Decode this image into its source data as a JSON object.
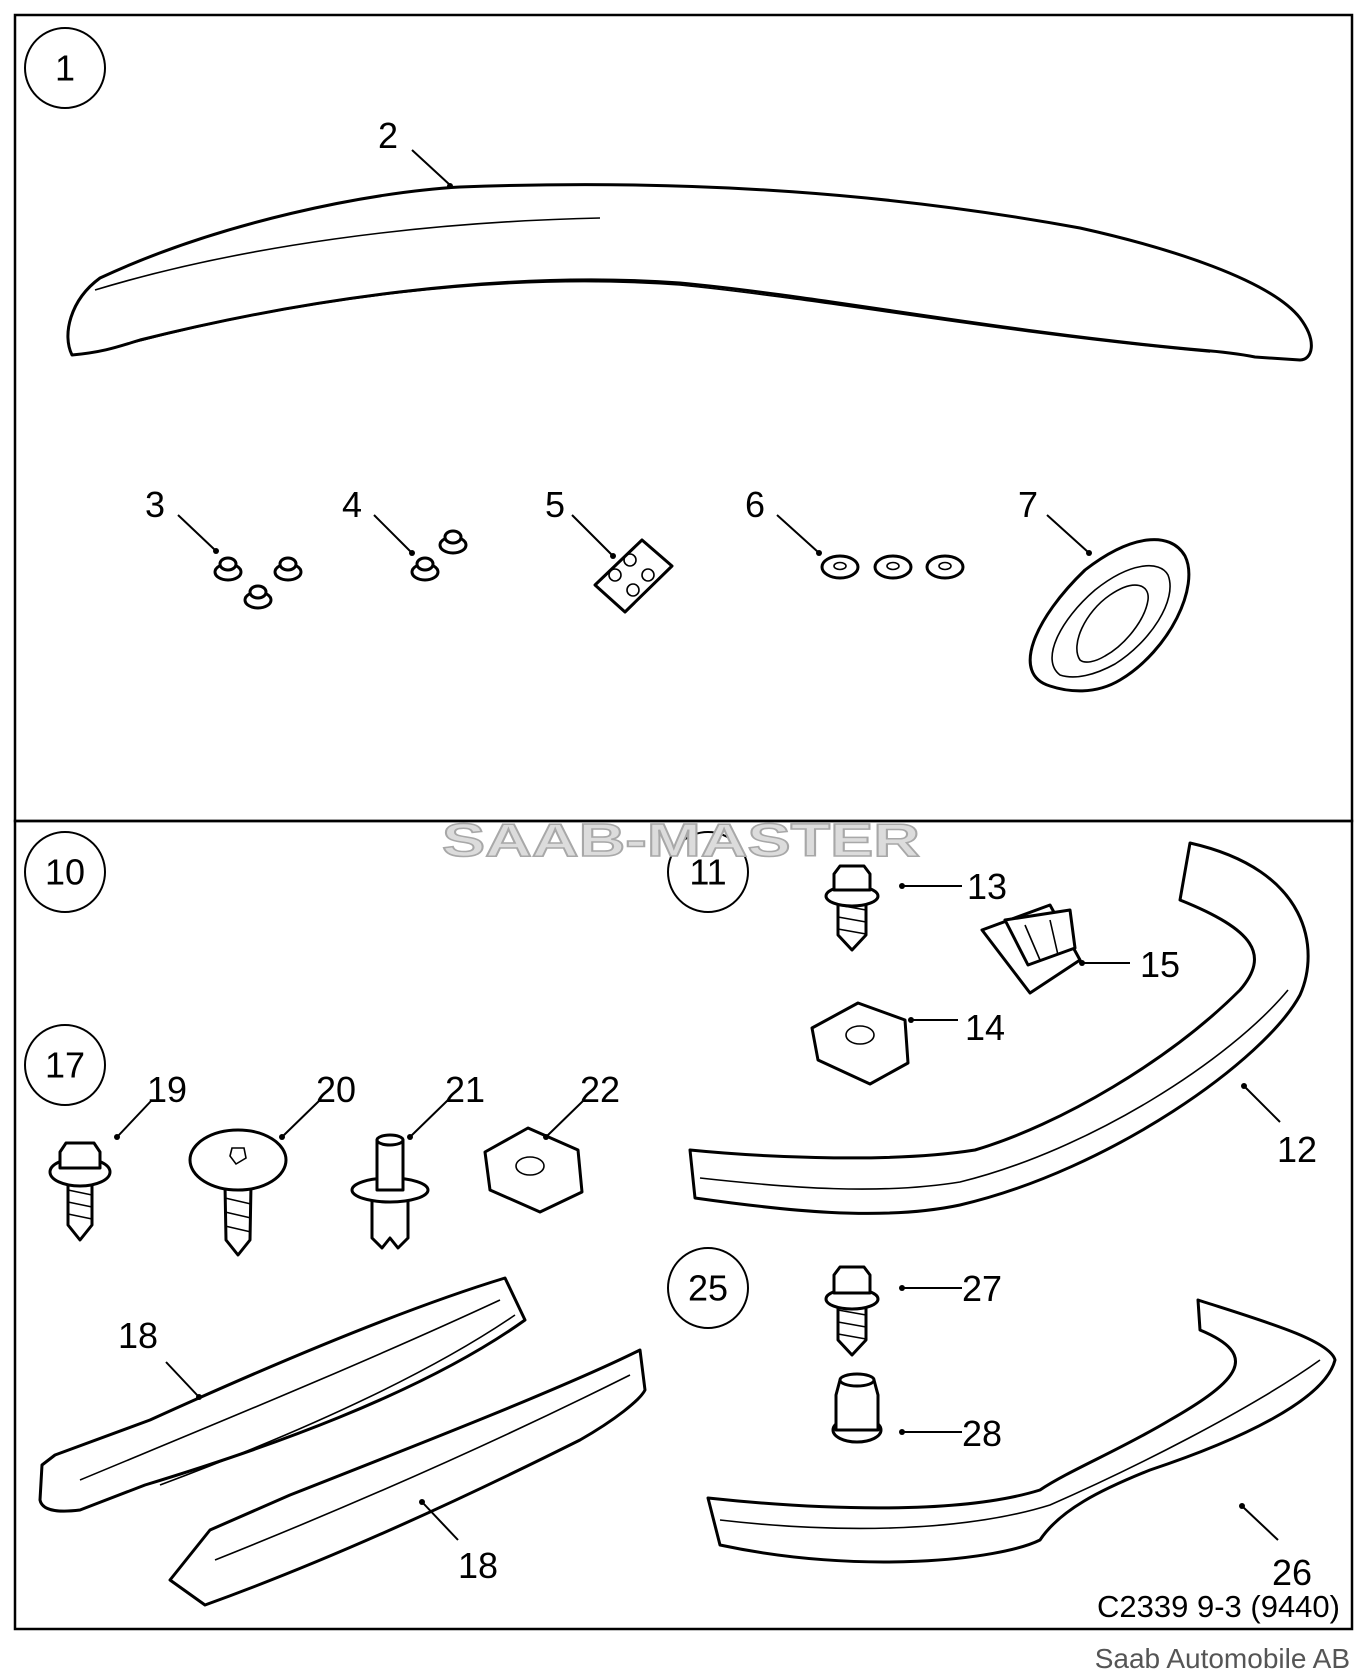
{
  "diagram": {
    "groups": [
      "1",
      "10",
      "11",
      "17",
      "25"
    ],
    "callouts": [
      "2",
      "3",
      "4",
      "5",
      "6",
      "7",
      "12",
      "13",
      "14",
      "15",
      "18",
      "18",
      "19",
      "20",
      "21",
      "22",
      "26",
      "27",
      "28"
    ],
    "watermark": "SAAB-MASTER",
    "drawing_code": "C2339 9-3 (9440)",
    "copyright": "Saab Automobile AB"
  }
}
